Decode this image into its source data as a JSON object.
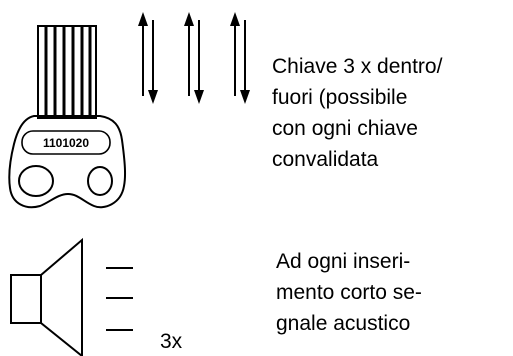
{
  "key": {
    "code": "1101020",
    "instruction_lines": [
      "Chiave 3 x dentro/",
      "fuori (possibile",
      "con ogni chiave",
      "convalidata"
    ],
    "arrow_count": 3,
    "icon": "key-icon"
  },
  "sound": {
    "count_label": "3x",
    "instruction_lines": [
      "Ad ogni inseri-",
      "mento corto se-",
      "gnale acustico"
    ],
    "beep_lines": 3,
    "icon": "speaker-icon"
  }
}
